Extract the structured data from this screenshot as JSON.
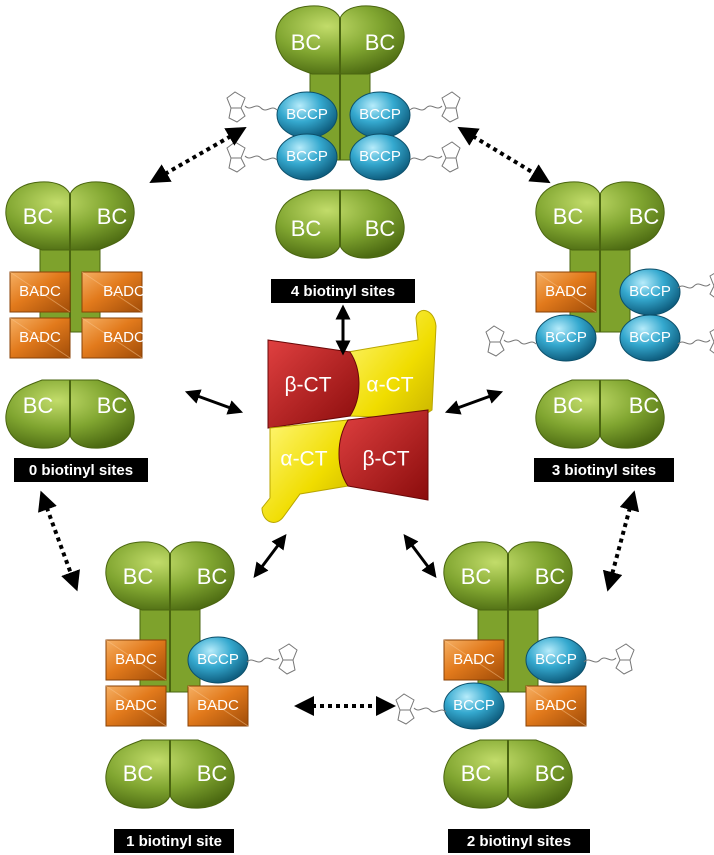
{
  "labels": {
    "bc": "BC",
    "bccp": "BCCP",
    "badc": "BADC",
    "beta_ct": "β-CT",
    "alpha_ct": "α-CT"
  },
  "captions": {
    "four": "4 biotinyl sites",
    "zero": "0 biotinyl sites",
    "three": "3 biotinyl sites",
    "one": "1 biotinyl site",
    "two": "2 biotinyl sites"
  },
  "colors": {
    "bc_green": "#7fa52c",
    "bccp_blue": "#2a9fc4",
    "badc_orange": "#e07a1c",
    "beta_red": "#b01818",
    "alpha_yellow": "#f2e000",
    "caption_bg": "#000000"
  },
  "complexes": [
    {
      "id": "four-biotinyl",
      "subunits": [
        "BCCP",
        "BCCP",
        "BCCP",
        "BCCP"
      ]
    },
    {
      "id": "zero-biotinyl",
      "subunits": [
        "BADC",
        "BADC",
        "BADC",
        "BADC"
      ]
    },
    {
      "id": "three-biotinyl",
      "subunits": [
        "BADC",
        "BCCP",
        "BCCP",
        "BCCP"
      ]
    },
    {
      "id": "one-biotinyl",
      "subunits": [
        "BADC",
        "BCCP",
        "BADC",
        "BADC"
      ]
    },
    {
      "id": "two-biotinyl",
      "subunits": [
        "BADC",
        "BCCP",
        "BCCP",
        "BADC"
      ]
    }
  ]
}
